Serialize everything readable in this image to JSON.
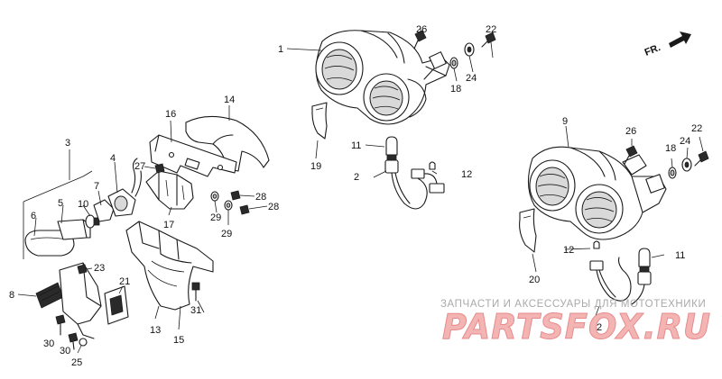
{
  "direction_label": "FR.",
  "watermark": {
    "line1": "ЗАПЧАСТИ И АКСЕССУАРЫ ДЛЯ МОТОТЕХНИКИ",
    "line2": "PARTSFOX.RU"
  },
  "callouts": {
    "c1": "1",
    "c2a": "2",
    "c2b": "2",
    "c3": "3",
    "c4": "4",
    "c5": "5",
    "c6": "6",
    "c7": "7",
    "c8": "8",
    "c9": "9",
    "c10": "10",
    "c11a": "11",
    "c11b": "11",
    "c12a": "12",
    "c12b": "12",
    "c13": "13",
    "c14": "14",
    "c15": "15",
    "c16": "16",
    "c17": "17",
    "c18a": "18",
    "c18b": "18",
    "c19": "19",
    "c20": "20",
    "c21": "21",
    "c22a": "22",
    "c22b": "22",
    "c23": "23",
    "c24a": "24",
    "c24b": "24",
    "c25": "25",
    "c26a": "26",
    "c26b": "26",
    "c27": "27",
    "c28a": "28",
    "c28b": "28",
    "c29a": "29",
    "c29b": "29",
    "c30a": "30",
    "c30b": "30",
    "c31": "31"
  }
}
